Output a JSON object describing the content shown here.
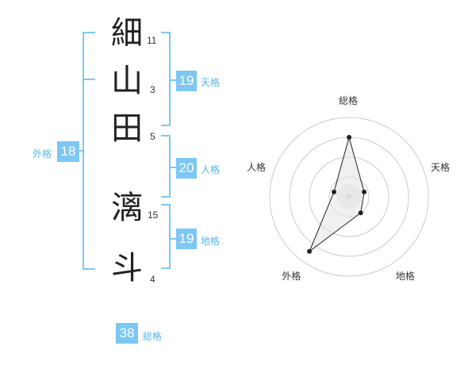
{
  "name": {
    "characters": [
      {
        "char": "細",
        "strokes": "11"
      },
      {
        "char": "山",
        "strokes": "3"
      },
      {
        "char": "田",
        "strokes": "5"
      },
      {
        "char": "漓",
        "strokes": "15"
      },
      {
        "char": "斗",
        "strokes": "4"
      }
    ]
  },
  "fortune": {
    "tenkaku": {
      "value": "19",
      "label": "天格"
    },
    "jinkaku": {
      "value": "20",
      "label": "人格"
    },
    "chikaku": {
      "value": "19",
      "label": "地格"
    },
    "gaikaku": {
      "value": "18",
      "label": "外格"
    },
    "soukaku": {
      "value": "38",
      "label": "総格"
    }
  },
  "colors": {
    "accent": "#7cc7f4",
    "accent_text": "#5bb5ee",
    "radar_fill": "#e6e6e6",
    "radar_line": "#222222"
  },
  "chart_data": {
    "type": "radar",
    "axes": [
      "総格",
      "天格",
      "地格",
      "外格",
      "人格"
    ],
    "values": [
      0.75,
      0.2,
      0.25,
      0.85,
      0.2
    ],
    "range": [
      0,
      1
    ],
    "rings": 4
  }
}
